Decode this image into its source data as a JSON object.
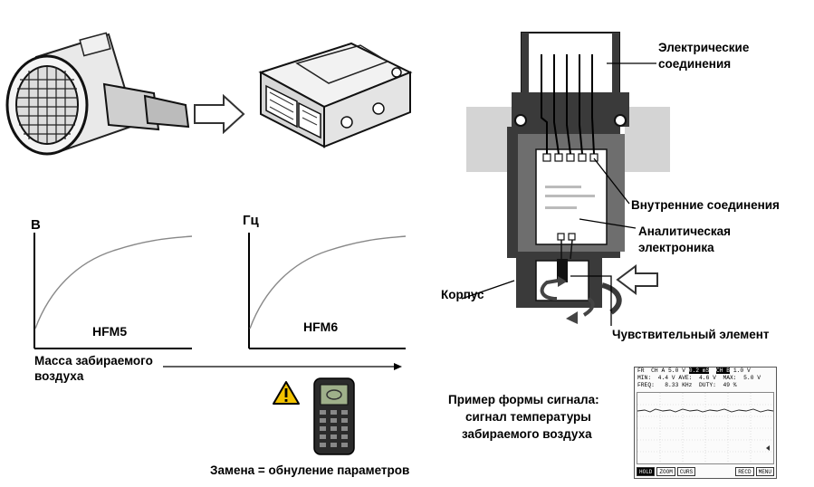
{
  "sensor_diagram": {
    "label_electrical_line1": "Электрические",
    "label_electrical_line2": "соединения",
    "label_internal": "Внутренние соединения",
    "label_analytic_line1": "Аналитическая",
    "label_analytic_line2": "электроника",
    "label_housing": "Корпус",
    "label_sensing_element": "Чувствительный элемент"
  },
  "graphs": {
    "left_axis_label": "В",
    "right_axis_label": "Гц",
    "left_curve_name": "HFM5",
    "right_curve_name": "HFM6",
    "x_label_line1": "Масса забираемого",
    "x_label_line2": "воздуха"
  },
  "replacement_note": "Замена = обнуление параметров",
  "signal_example": {
    "line1": "Пример формы сигнала:",
    "line2": "сигнал температуры",
    "line3": "забираемого воздуха"
  },
  "scope": {
    "row1_a": "FR  CH A 5.0 V ",
    "row1_hi1": "0.2 mS",
    "row1_b": "  ",
    "row1_hi2": "CH B",
    "row1_c": " 1.0 V",
    "row2": "MIN:  4.4 V AVE:  4.6 V  MAX:  5.0 V",
    "row3": "FREQ:   8.33 KHz  DUTY:  49 %",
    "menu": [
      "HOLD",
      "ZOOM",
      "CURS",
      "RECD",
      "MENU"
    ]
  },
  "colors": {
    "housing_dark": "#3a3a3a",
    "housing_mid": "#6e6e6e",
    "wall": "#d4d4d4",
    "warning": "#f2c200"
  }
}
